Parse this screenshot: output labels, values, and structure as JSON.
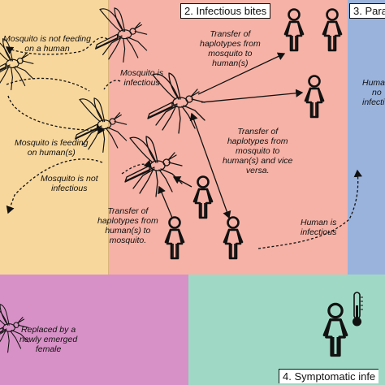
{
  "panels": {
    "bites_title": "2. Infectious bites",
    "parasite_title": "3. Para",
    "symptomatic_title": "4. Symptomatic infe"
  },
  "labels": {
    "not_feeding": [
      "Mosquito is not feeding",
      "on a human"
    ],
    "is_infectious": [
      "Mosquito is",
      "infectious"
    ],
    "feeding": [
      "Mosquito is feeding",
      "on human(s)"
    ],
    "not_infectious": [
      "Mosquito is not",
      "infectious"
    ],
    "transfer_top": [
      "Transfer of",
      "haplotypes from",
      "mosquito to",
      "human(s)"
    ],
    "transfer_mid": [
      "Transfer of",
      "haplotypes from",
      "mosquito to",
      "human(s) and vice",
      "versa."
    ],
    "transfer_low": [
      "Transfer of",
      "haplotypes from",
      "human(s) to",
      "mosquito."
    ],
    "human_infectious": [
      "Human is",
      "infectious"
    ],
    "blue_partial": [
      "Huma",
      "no",
      "infecti"
    ],
    "replaced": [
      "Replaced by a",
      "newly emerged",
      "female"
    ]
  },
  "colors": {
    "yellow_panel": "#f8d79c",
    "salmon_panel": "#f6b2a6",
    "blue_panel": "#9ab3dc",
    "pink_panel": "#d791c6",
    "green_panel": "#9fd9c6"
  },
  "icons": [
    "mosquito-icon",
    "person-icon",
    "thermometer-icon"
  ]
}
